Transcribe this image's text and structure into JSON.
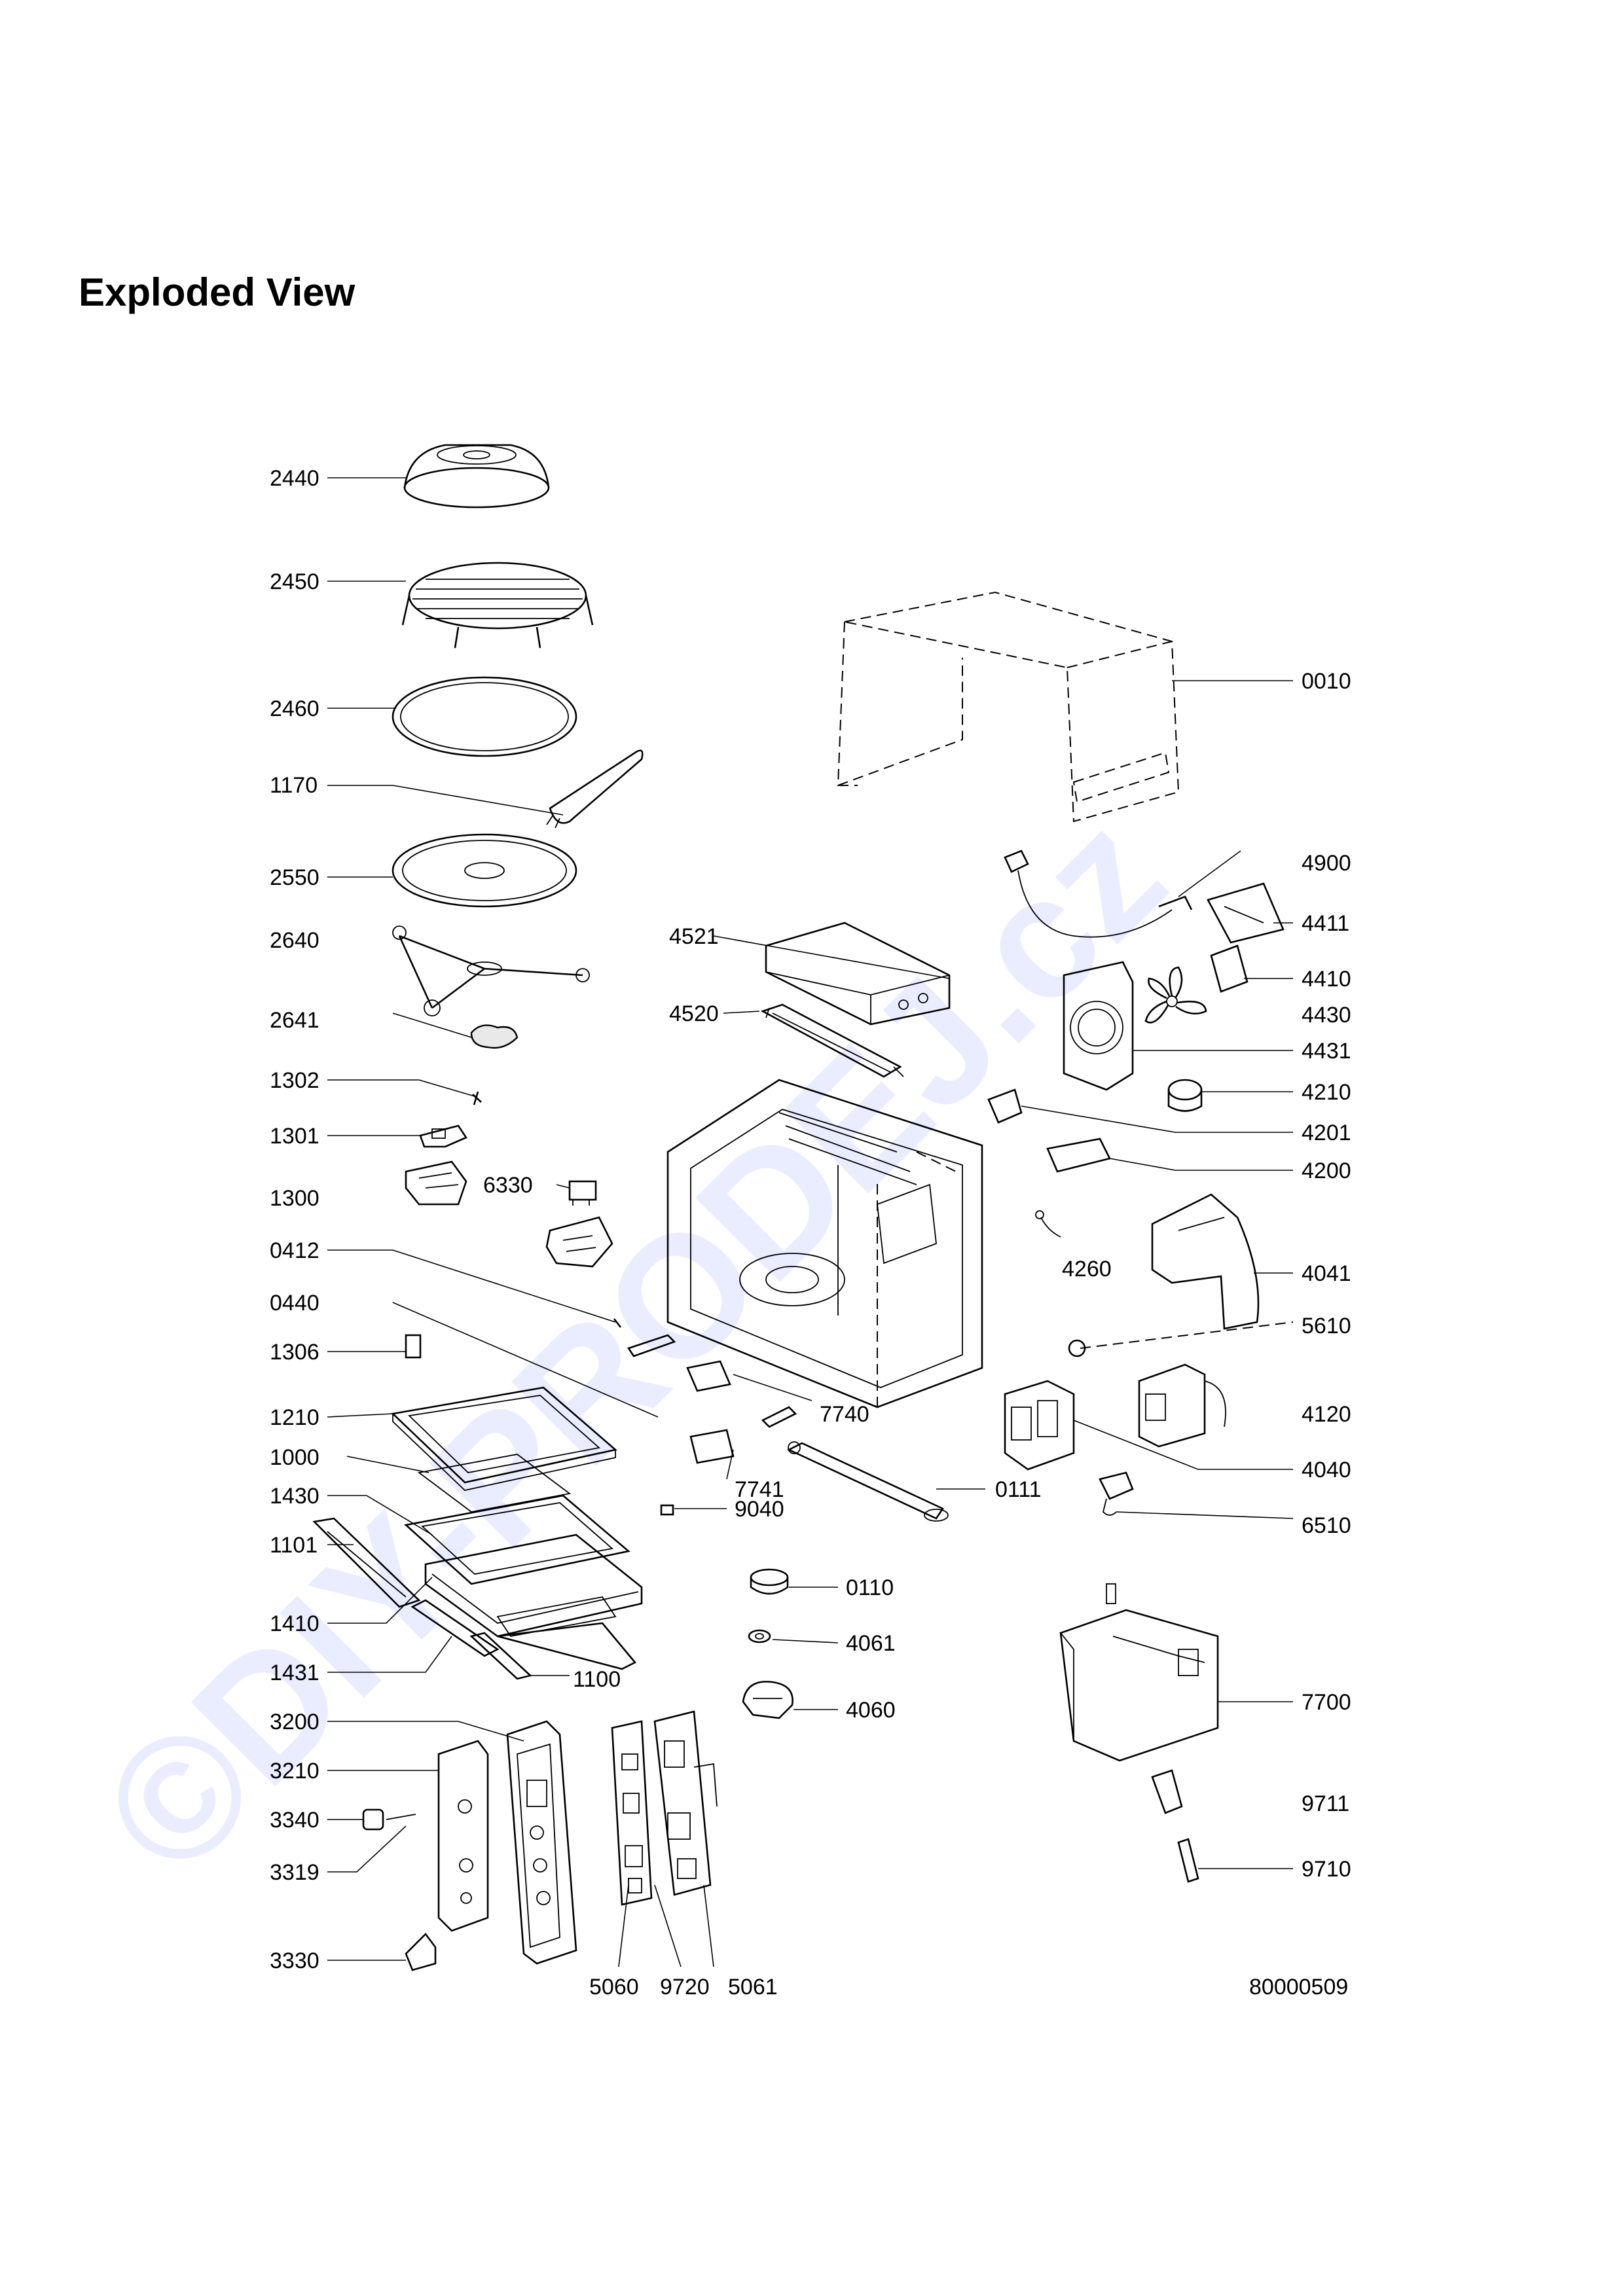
{
  "heading": "Exploded View",
  "watermark": "©DIY-PRODEJ.cz",
  "drawing_number": "80000509",
  "labels": {
    "l2440": "2440",
    "l2450": "2450",
    "l2460": "2460",
    "l1170": "1170",
    "l2550": "2550",
    "l2640": "2640",
    "l2641": "2641",
    "l1302": "1302",
    "l1301": "1301",
    "l1300": "1300",
    "l6330": "6330",
    "l0412": "0412",
    "l0440": "0440",
    "l1306": "1306",
    "l1210": "1210",
    "l1000": "1000",
    "l1430": "1430",
    "l1101": "1101",
    "l1410": "1410",
    "l1431": "1431",
    "l1100": "1100",
    "l3200": "3200",
    "l3210": "3210",
    "l3340": "3340",
    "l3319": "3319",
    "l3330": "3330",
    "l5060": "5060",
    "l9720": "9720",
    "l5061": "5061",
    "l0010": "0010",
    "l4900": "4900",
    "l4411": "4411",
    "l4410": "4410",
    "l4430": "4430",
    "l4431": "4431",
    "l4521": "4521",
    "l4520": "4520",
    "l4210": "4210",
    "l4201": "4201",
    "l4200": "4200",
    "l4260": "4260",
    "l4041": "4041",
    "l5610": "5610",
    "l4120": "4120",
    "l7740": "7740",
    "l7741": "7741",
    "l9040": "9040",
    "l0111": "0111",
    "l4040": "4040",
    "l6510": "6510",
    "l0110": "0110",
    "l4061": "4061",
    "l4060": "4060",
    "l7700": "7700",
    "l9711": "9711",
    "l9710": "9710"
  }
}
